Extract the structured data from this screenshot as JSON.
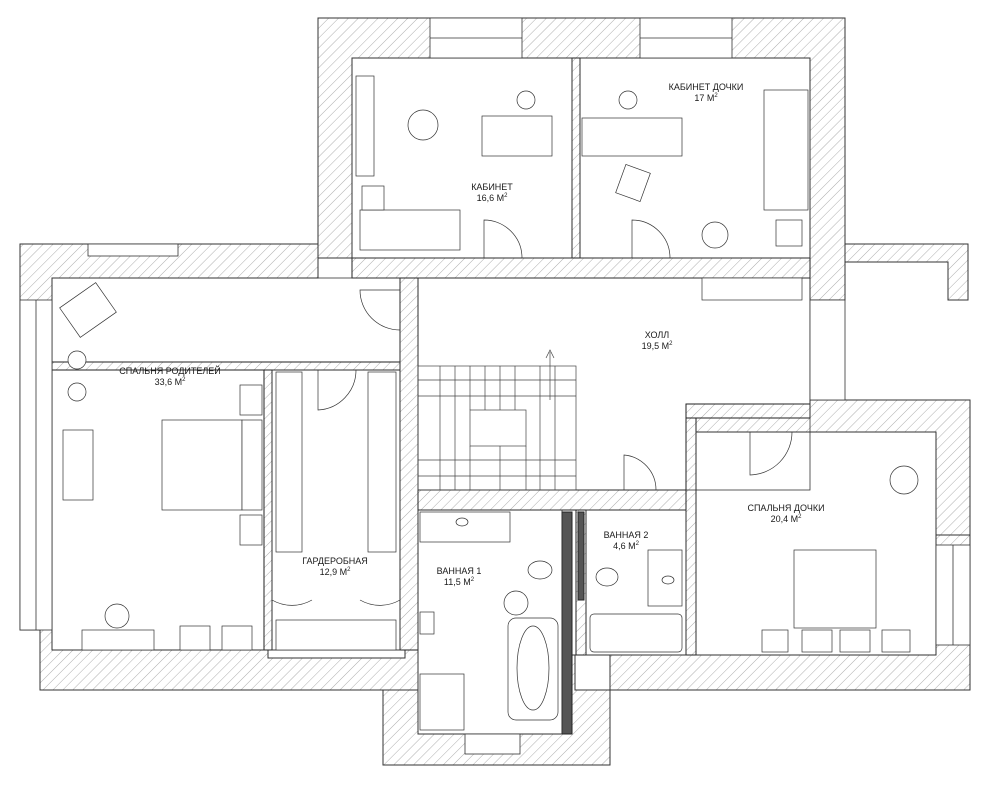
{
  "plan": {
    "unit_superscript": "2",
    "rooms": [
      {
        "id": "kabinet",
        "name": "КАБИНЕТ",
        "area": "16,6 М"
      },
      {
        "id": "kabinet-dochki",
        "name": "КАБИНЕТ ДОЧКИ",
        "area": "17 М"
      },
      {
        "id": "spalnya-roditeley",
        "name": "СПАЛЬНЯ РОДИТЕЛЕЙ",
        "area": "33,6 М"
      },
      {
        "id": "holl",
        "name": "ХОЛЛ",
        "area": "19,5 М"
      },
      {
        "id": "garderobnaya",
        "name": "ГАРДЕРОБНАЯ",
        "area": "12,9 М"
      },
      {
        "id": "vannaya-1",
        "name": "ВАННАЯ 1",
        "area": "11,5 М"
      },
      {
        "id": "vannaya-2",
        "name": "ВАННАЯ 2",
        "area": "4,6 М"
      },
      {
        "id": "spalnya-dochki",
        "name": "СПАЛЬНЯ ДОЧКИ",
        "area": "20,4 М"
      }
    ]
  }
}
